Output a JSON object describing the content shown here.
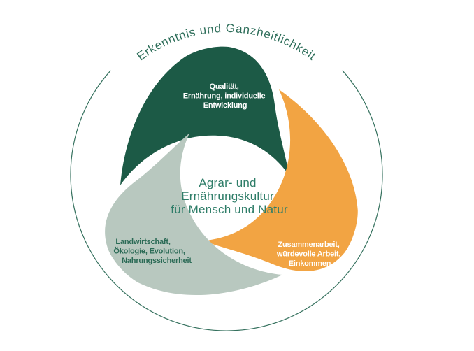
{
  "diagram": {
    "outer_label": "Erkenntnis und Ganzheitlichkeit",
    "outer_label_color": "#2E6E5A",
    "ring_color": "#35715E",
    "center_label": {
      "color": "#2E7D68",
      "lines": [
        "Agrar- und",
        "Ernährungskultur",
        "für Mensch und Natur"
      ]
    },
    "arms": [
      {
        "name": "quality-nutrition",
        "fill": "#1C5A46",
        "text_color": "#FFFFFF",
        "lines": [
          "Qualität,",
          "Ernährung, individuelle",
          "Entwicklung"
        ]
      },
      {
        "name": "collaboration-work-income",
        "fill": "#F2A443",
        "text_color": "#FFFFFF",
        "lines": [
          "Zusammenarbeit,",
          "würdevolle Arbeit,",
          "Einkommen"
        ]
      },
      {
        "name": "agriculture-ecology",
        "fill": "#B8C8BF",
        "text_color": "#2A6A55",
        "lines": [
          "Landwirtschaft,",
          "Ökologie, Evolution,",
          "Nahrungssicherheit"
        ]
      }
    ]
  }
}
